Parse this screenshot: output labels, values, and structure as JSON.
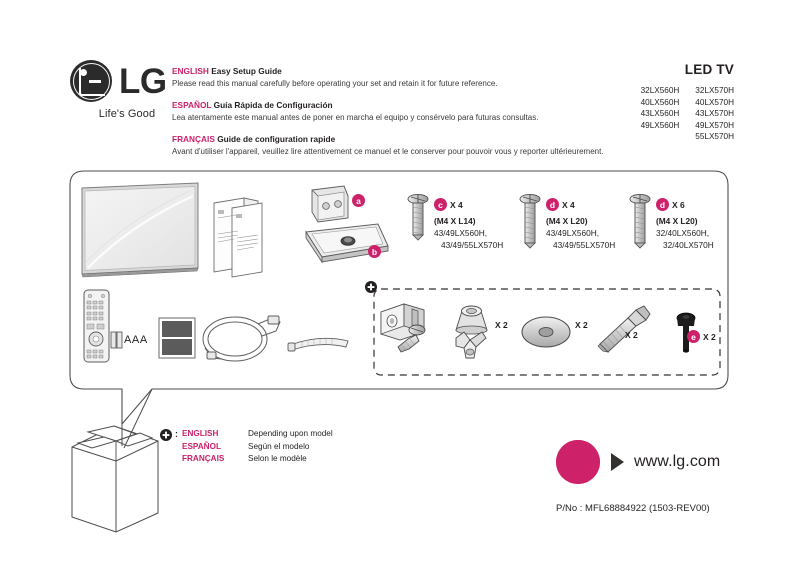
{
  "brand": {
    "name": "LG",
    "tagline": "Life's Good",
    "accent_color": "#cd2169",
    "ink_color": "#231f20"
  },
  "header": {
    "product_category": "LED TV",
    "intro": [
      {
        "lang": "ENGLISH",
        "title": "Easy Setup Guide",
        "body": "Please read this manual carefully before operating your set and retain it for future reference."
      },
      {
        "lang": "ESPAÑOL",
        "title": "Guía Rápida de Configuración",
        "body": "Lea atentamente este manual antes de poner en marcha el equipo y consérvelo para futuras consultas."
      },
      {
        "lang": "FRANÇAIS",
        "title": "Guide de configuration rapide",
        "body": "Avant d'utiliser l'appareil, veuillez lire attentivement ce manuel et le conserver pour pouvoir vous y reporter ultérieurement."
      }
    ],
    "model_columns": [
      {
        "models": [
          "32LX560H",
          "40LX560H",
          "43LX560H",
          "49LX560H"
        ]
      },
      {
        "models": [
          "32LX570H",
          "40LX570H",
          "43LX570H",
          "49LX570H",
          "55LX570H"
        ]
      }
    ]
  },
  "accessories": {
    "tv": {
      "label": "tv-panel"
    },
    "manuals": {
      "label": "manuals"
    },
    "stand_neck": {
      "badge": "a"
    },
    "stand_base": {
      "badge": "b"
    },
    "remote": {
      "label": "remote-control"
    },
    "batteries": {
      "label": "AAA"
    },
    "cloth": {
      "label": "cleaning-pads"
    },
    "power_cable": {
      "label": "power-cable"
    },
    "cable_tie": {
      "label": "cable-tie"
    }
  },
  "screws": [
    {
      "badge": "c",
      "qty": "X 4",
      "spec": "(M4 X L14)",
      "models": [
        "43/49LX560H,",
        "43/49/55LX570H"
      ]
    },
    {
      "badge": "d",
      "qty": "X 4",
      "spec": "(M4 X L20)",
      "models": [
        "43/49LX560H,",
        "43/49/55LX570H"
      ]
    },
    {
      "badge": "d",
      "qty": "X 6",
      "spec": "(M4 X L20)",
      "models": [
        "32/40LX560H,",
        "32/40LX570H"
      ]
    }
  ],
  "optional_box": {
    "marker": "plus-icon",
    "parts": [
      {
        "name": "bracket-and-screw",
        "qty": ""
      },
      {
        "name": "cone-nut-and-wing-nut",
        "qty": "X 2"
      },
      {
        "name": "washer",
        "qty": "X 2"
      },
      {
        "name": "carriage-bolt",
        "qty": "X 2"
      },
      {
        "name": "black-bolt",
        "badge": "e",
        "qty": "X 2"
      }
    ]
  },
  "footnote": {
    "marker": "plus-icon",
    "colon": ":",
    "rows": [
      {
        "lang": "ENGLISH",
        "text": "Depending upon model"
      },
      {
        "lang": "ESPAÑOL",
        "text": "Según el modelo"
      },
      {
        "lang": "FRANÇAIS",
        "text": "Selon le modèle"
      }
    ]
  },
  "footer": {
    "website": "www.lg.com",
    "part_number": "P/No : MFL68884922 (1503-REV00)"
  }
}
